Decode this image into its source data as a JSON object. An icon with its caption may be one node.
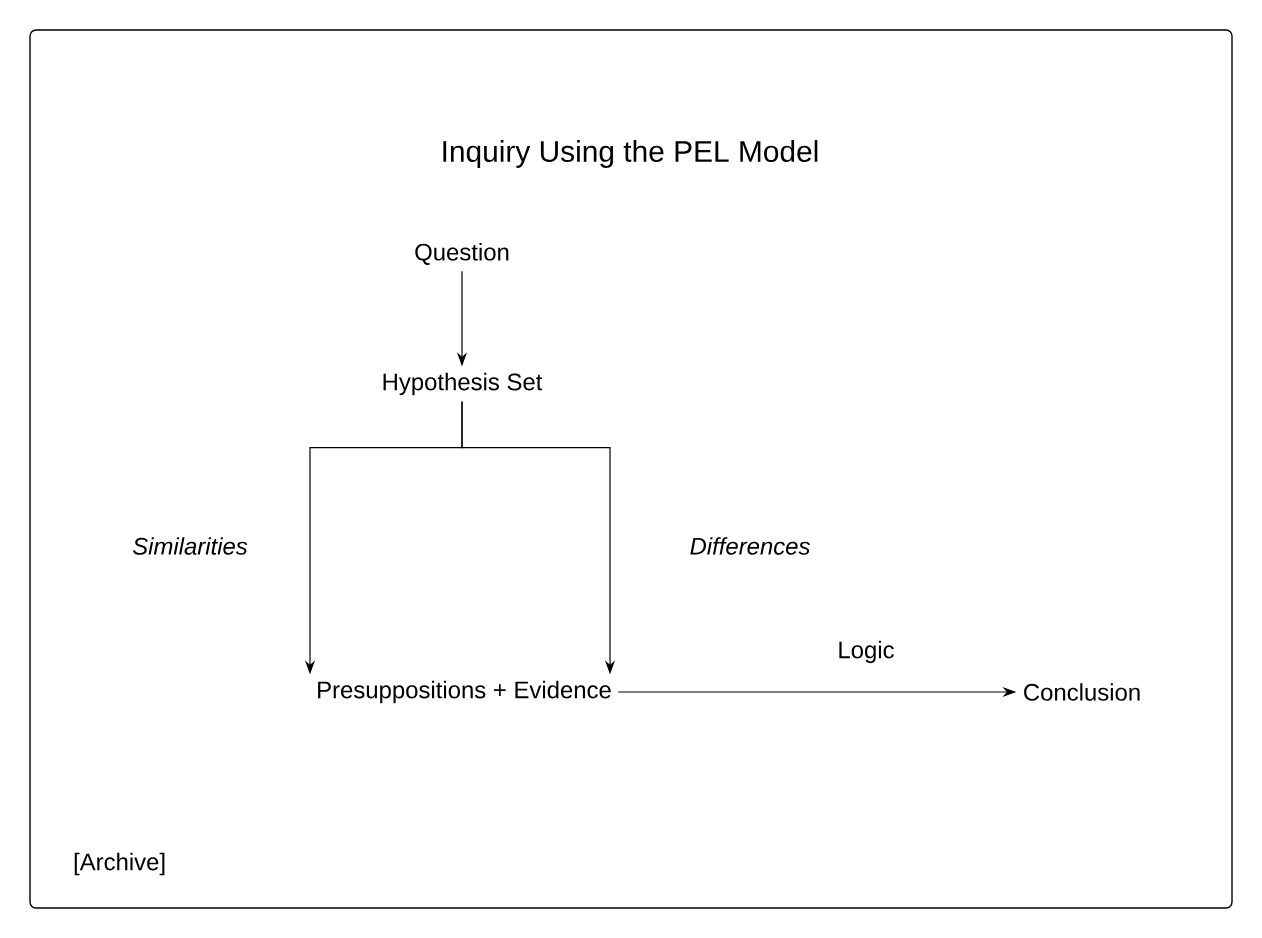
{
  "diagram": {
    "title": "Inquiry Using the PEL Model",
    "nodes": [
      {
        "text": [
          "Question"
        ]
      },
      {
        "text": [
          "Hypothesis Set"
        ]
      },
      {
        "text": [
          "Presuppositions + Evidence"
        ]
      },
      {
        "text": [
          "Conclusion"
        ]
      }
    ],
    "edges": [
      {
        "from": 0,
        "to": 1,
        "arrow": "to"
      },
      {
        "from": 1,
        "to": 2,
        "arrow": "to",
        "label": "Similarities"
      },
      {
        "from": 1,
        "to": 2,
        "arrow": "to",
        "label": "Differences"
      },
      {
        "from": 2,
        "to": 3,
        "arrow": "to",
        "label": "Logic"
      }
    ],
    "labels": [
      "[Archive]"
    ]
  }
}
